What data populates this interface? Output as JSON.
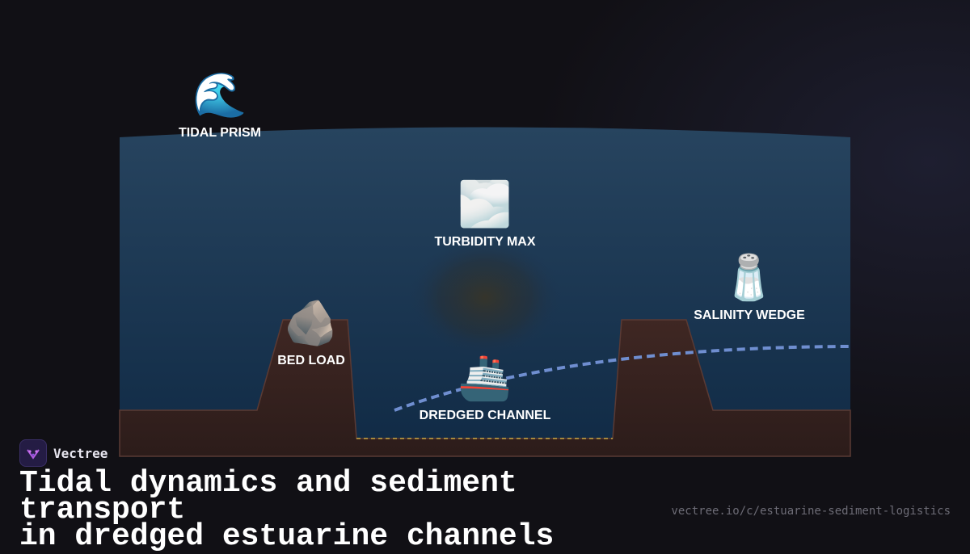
{
  "diagram": {
    "labels": {
      "tidal_prism": "TIDAL PRISM",
      "turbidity_max": "TURBIDITY MAX",
      "salinity_wedge": "SALINITY WEDGE",
      "bed_load": "BED LOAD",
      "dredged_channel": "DREDGED CHANNEL"
    },
    "icons": {
      "tidal_prism": "🌊",
      "turbidity_max": "🌫️",
      "salinity_wedge": "🧂",
      "bed_load": "🪨",
      "dredged_channel": "🚢"
    },
    "colors": {
      "water_top": "#27445f",
      "water_bottom": "#102a45",
      "bank": "#3c2622",
      "salinity_line": "#6f8ed0",
      "dredge_line": "#c9a640"
    }
  },
  "brand": {
    "name": "Vectree"
  },
  "title": {
    "line1": "Tidal dynamics and sediment transport",
    "line2": "in dredged estuarine channels"
  },
  "url": "vectree.io/c/estuarine-sediment-logistics"
}
